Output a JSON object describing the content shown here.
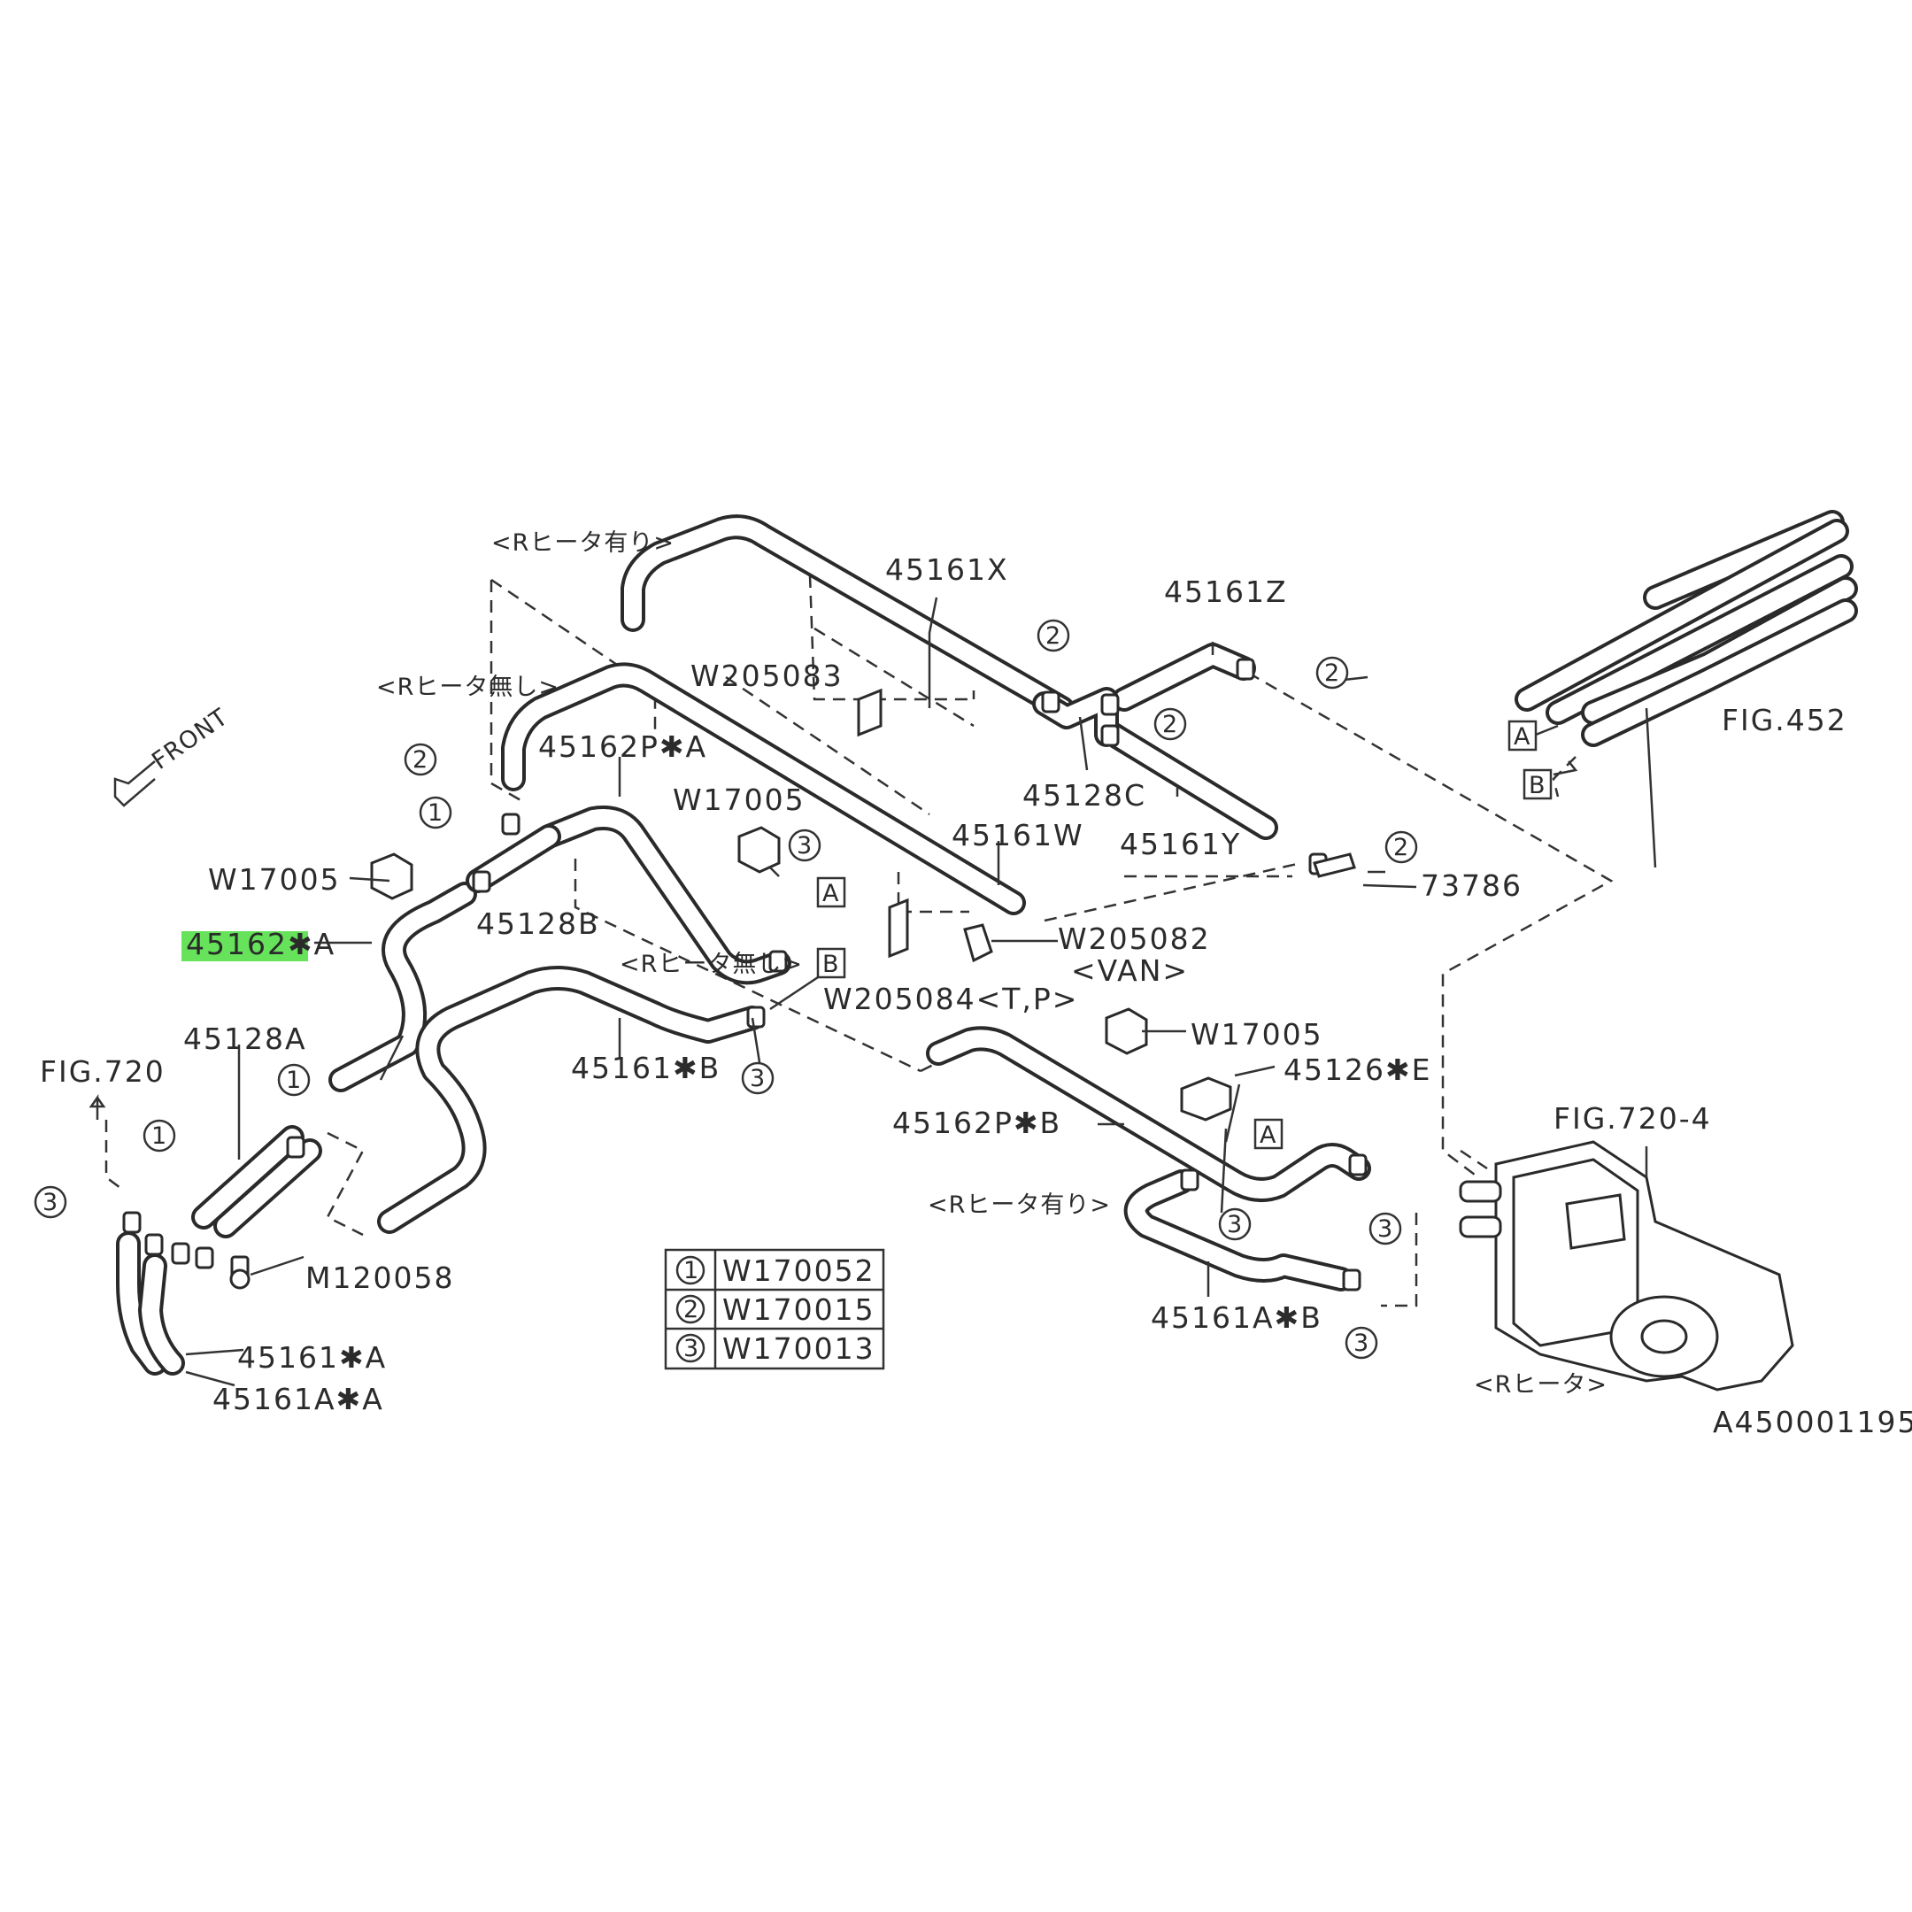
{
  "labels": {
    "front": "FRONT",
    "p45161x": "45161X",
    "p45161z": "45161Z",
    "w205083": "W205083",
    "p45162p_a": "45162P✱A",
    "w17005_top": "W17005",
    "p45128c": "45128C",
    "p45161w": "45161W",
    "p45161y": "45161Y",
    "p73786": "73786",
    "w17005_left": "W17005",
    "p45162_a": "45162✱A",
    "p45128b": "45128B",
    "w205082": "W205082",
    "van": "<VAN>",
    "w205084": "W205084<T,P>",
    "p45128a": "45128A",
    "fig720": "FIG.720",
    "p45161_b": "45161✱B",
    "w17005_right": "W17005",
    "p45126_e": "45126✱E",
    "p45162p_b": "45162P✱B",
    "fig720_4": "FIG.720-4",
    "m120058": "M120058",
    "p45161_a": "45161✱A",
    "p45161a_a": "45161A✱A",
    "p45161a_b": "45161A✱B",
    "fig452": "FIG.452",
    "diagram_id": "A450001195"
  },
  "notes": {
    "rheater_with_top": "<Rヒータ有り>",
    "rheater_without_top": "<Rヒータ無し>",
    "rheater_without_mid": "<Rヒータ無し>",
    "rheater_with_bottom": "<Rヒータ有り>",
    "rheater": "<Rヒータ>"
  },
  "markers": {
    "one": "1",
    "two": "2",
    "three": "3",
    "A": "A",
    "B": "B"
  },
  "legend": [
    {
      "mark": "1",
      "part": "W170052"
    },
    {
      "mark": "2",
      "part": "W170015"
    },
    {
      "mark": "3",
      "part": "W170013"
    }
  ],
  "colors": {
    "highlight": "#66e35a",
    "line": "#2a2a2a"
  }
}
